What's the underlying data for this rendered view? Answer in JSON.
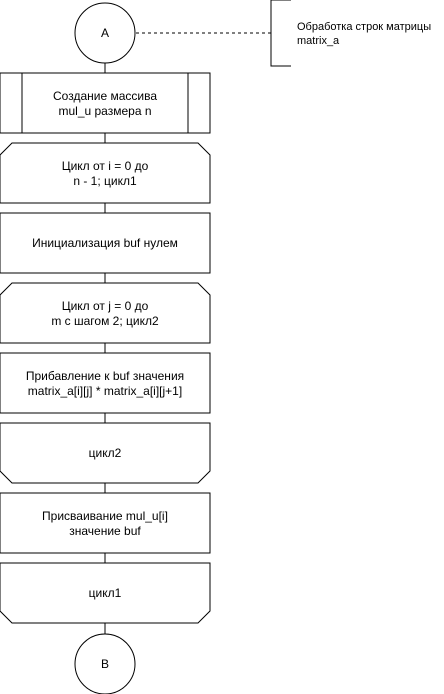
{
  "connectors": {
    "start": "A",
    "end": "B"
  },
  "annotation": {
    "line1": "Обработка строк матрицы",
    "line2": "matrix_a"
  },
  "blocks": {
    "create_array": {
      "line1": "Создание массива",
      "line2": "mul_u размера n"
    },
    "loop1_start": {
      "line1": "Цикл от i = 0 до",
      "line2": "n - 1; цикл1"
    },
    "init_buf": {
      "line1": "Инициализация buf нулем"
    },
    "loop2_start": {
      "line1": "Цикл от j = 0 до",
      "line2": "m с шагом 2; цикл2"
    },
    "add_buf": {
      "line1": "Прибавление к buf значения",
      "line2": "matrix_a[i][j] * matrix_a[i][j+1]"
    },
    "loop2_end": {
      "line1": "цикл2"
    },
    "assign": {
      "line1": "Присваивание mul_u[i]",
      "line2": "значение buf"
    },
    "loop1_end": {
      "line1": "цикл1"
    }
  },
  "colors": {
    "stroke": "#000000",
    "fill": "#ffffff"
  }
}
